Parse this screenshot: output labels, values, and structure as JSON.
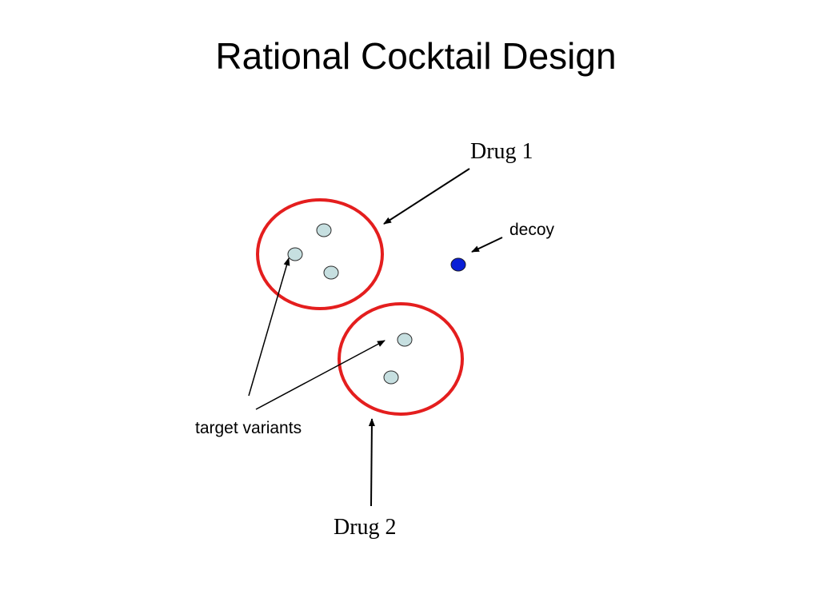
{
  "slide": {
    "title": "Rational Cocktail Design"
  },
  "labels": {
    "drug1": "Drug 1",
    "drug2": "Drug 2",
    "decoy": "decoy",
    "target_variants": "target variants"
  },
  "colors": {
    "drug_circle": "#e41e1e",
    "variant_fill": "#c6dfe0",
    "decoy_fill": "#0a1fd6",
    "arrow": "#000000"
  }
}
